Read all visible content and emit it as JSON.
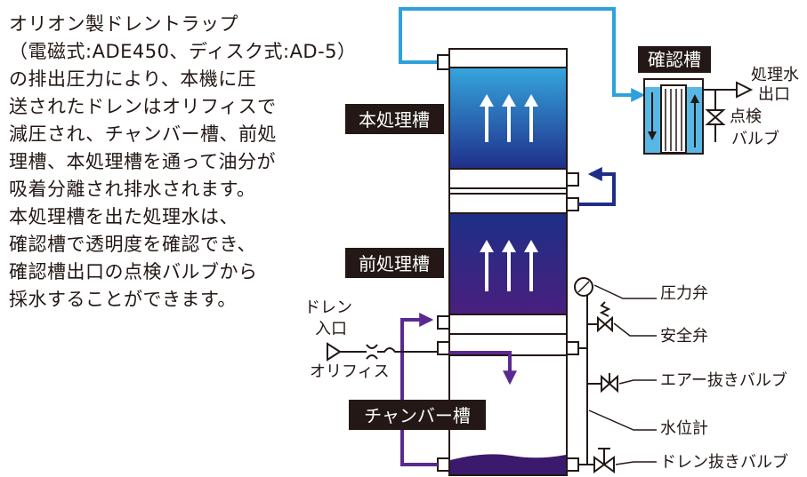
{
  "description": [
    "オリオン製ドレントラップ",
    "（電磁式:ADE450、ディスク式:AD-5）",
    "の排出圧力により、本機に圧",
    "送されたドレンはオリフィスで",
    "減圧され、チャンバー槽、前処",
    "理槽、本処理槽を通って油分が",
    "吸着分離され排水されます。",
    "本処理槽を出た処理水は、",
    "確認槽で透明度を確認でき、",
    "確認槽出口の点検バルブから",
    "採水することができます。"
  ],
  "labels": {
    "main_tank": "本処理槽",
    "pre_tank": "前処理槽",
    "chamber": "チャンバー槽",
    "check_tank": "確認槽",
    "outlet_1": "処理水",
    "outlet_2": "出口",
    "inspection_1": "点検",
    "inspection_2": "バルブ",
    "drain_inlet_1": "ドレン",
    "drain_inlet_2": "入口",
    "orifice": "オリフィス",
    "pressure_valve": "圧力弁",
    "safety_valve": "安全弁",
    "air_valve": "エアー抜きバルブ",
    "level_gauge": "水位計",
    "drain_valve": "ドレン抜きバルブ"
  },
  "colors": {
    "light_blue_pipe": "#2ea1db",
    "navy_pipe": "#1e2d87",
    "purple_pipe": "#5b2a91",
    "main_top": "#35a6de",
    "main_bottom": "#1f2f8a",
    "pre_top": "#1d2f87",
    "pre_bottom": "#4a1f7e",
    "label_bg": "#231815"
  }
}
